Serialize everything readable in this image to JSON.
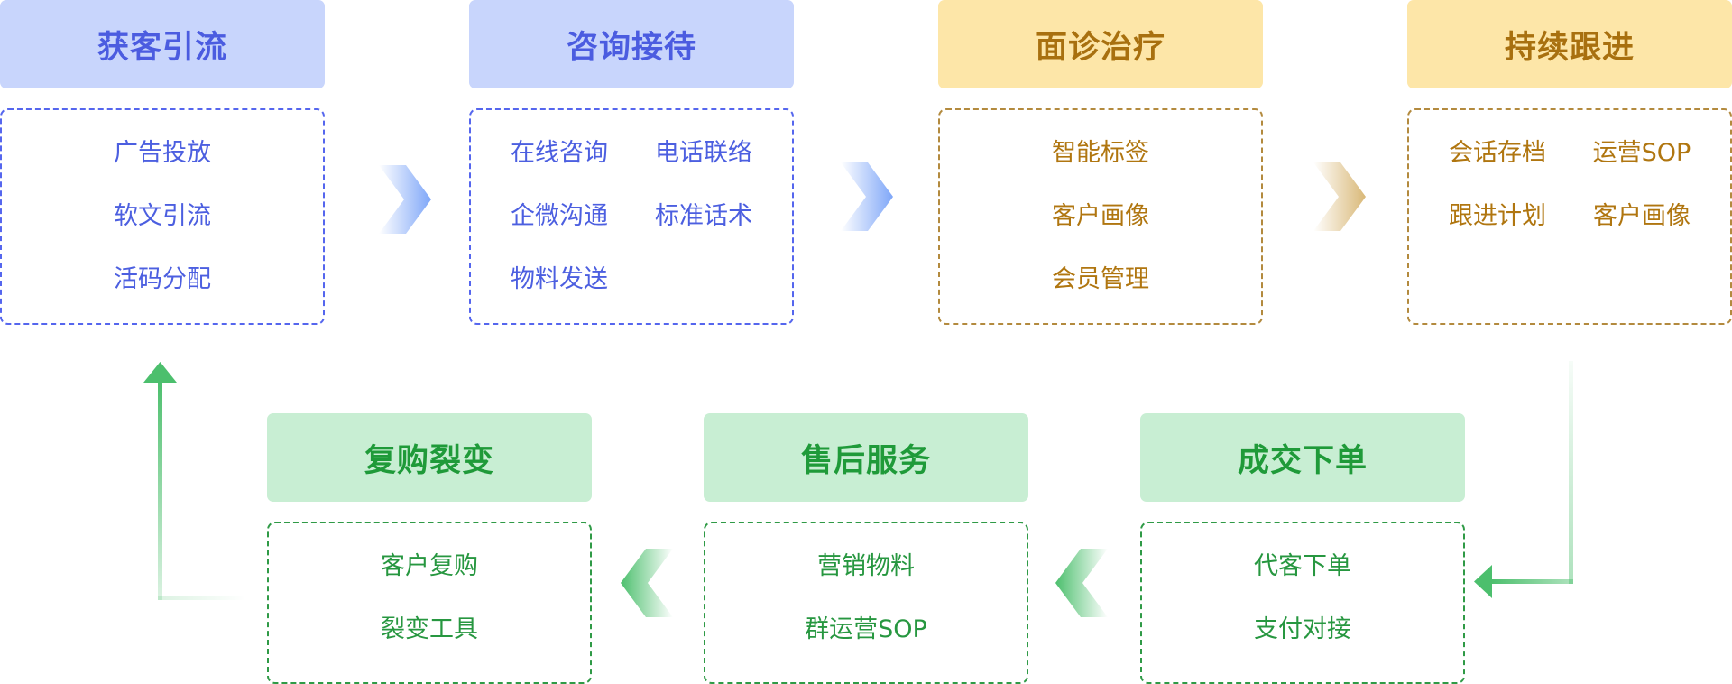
{
  "colors": {
    "blue_header_bg": "#c8d5fc",
    "blue_text": "#4b5ce0",
    "gold_header_bg": "#fde6a8",
    "gold_text": "#a8700f",
    "green_header_bg": "#c8eed3",
    "green_text": "#1f9a39",
    "arrow_blue": "#7ea6f8",
    "arrow_gold": "#d9b877",
    "arrow_green": "#4cbf6d"
  },
  "stages": {
    "acquire": {
      "title": "获客引流",
      "items": [
        "广告投放",
        "软文引流",
        "活码分配"
      ]
    },
    "consult": {
      "title": "咨询接待",
      "items": [
        "在线咨询",
        "电话联络",
        "企微沟通",
        "标准话术",
        "物料发送"
      ]
    },
    "treat": {
      "title": "面诊治疗",
      "items": [
        "智能标签",
        "客户画像",
        "会员管理"
      ]
    },
    "follow": {
      "title": "持续跟进",
      "items": [
        "会话存档",
        "运营SOP",
        "跟进计划",
        "客户画像"
      ]
    },
    "deal": {
      "title": "成交下单",
      "items": [
        "代客下单",
        "支付对接"
      ]
    },
    "service": {
      "title": "售后服务",
      "items": [
        "营销物料",
        "群运营SOP"
      ]
    },
    "repeat": {
      "title": "复购裂变",
      "items": [
        "客户复购",
        "裂变工具"
      ]
    }
  }
}
